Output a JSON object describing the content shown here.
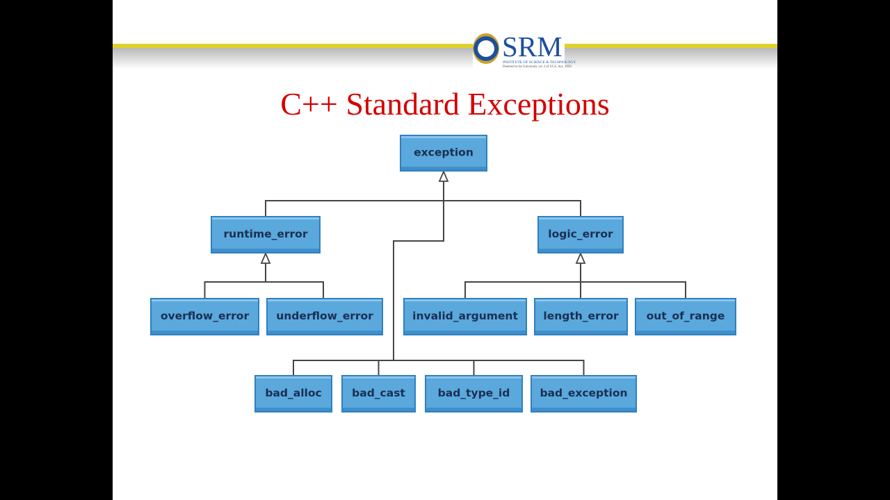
{
  "header": {
    "logo_text": "SRM",
    "logo_subtitle": "INSTITUTE OF SCIENCE & TECHNOLOGY",
    "logo_tagline": "Deemed to be University u/s 3 of UGC Act, 1956"
  },
  "title": "C++ Standard Exceptions",
  "diagram": {
    "nodes": {
      "exception": "exception",
      "runtime_error": "runtime_error",
      "logic_error": "logic_error",
      "overflow_error": "overflow_error",
      "underflow_error": "underflow_error",
      "invalid_argument": "invalid_argument",
      "length_error": "length_error",
      "out_of_range": "out_of_range",
      "bad_alloc": "bad_alloc",
      "bad_cast": "bad_cast",
      "bad_type_id": "bad_type_id",
      "bad_exception": "bad_exception"
    },
    "edges": [
      [
        "runtime_error",
        "exception"
      ],
      [
        "logic_error",
        "exception"
      ],
      [
        "bad_alloc",
        "exception"
      ],
      [
        "bad_cast",
        "exception"
      ],
      [
        "bad_type_id",
        "exception"
      ],
      [
        "bad_exception",
        "exception"
      ],
      [
        "overflow_error",
        "runtime_error"
      ],
      [
        "underflow_error",
        "runtime_error"
      ],
      [
        "invalid_argument",
        "logic_error"
      ],
      [
        "length_error",
        "logic_error"
      ],
      [
        "out_of_range",
        "logic_error"
      ]
    ]
  }
}
